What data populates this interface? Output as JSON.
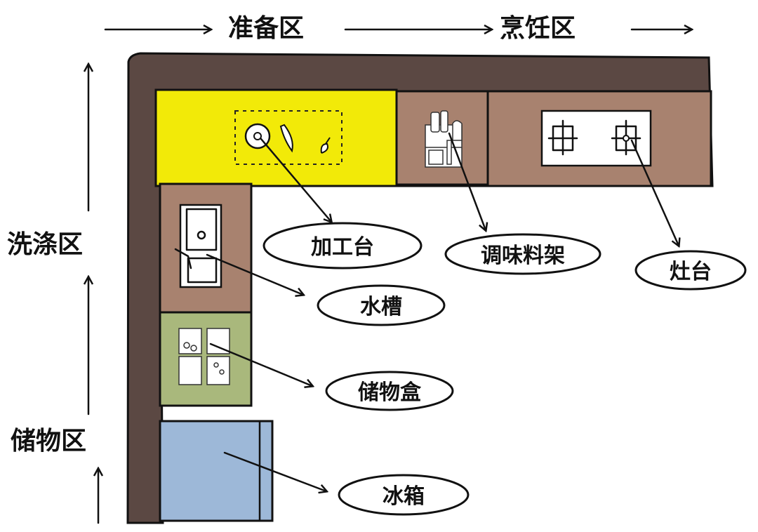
{
  "title_zones": {
    "prep": "准备区",
    "cooking": "烹饪区",
    "washing": "洗涤区",
    "storage": "储物区"
  },
  "labels": {
    "prep_table": "加工台",
    "spice_rack": "调味料架",
    "stove": "灶台",
    "sink": "水槽",
    "storage_box": "储物盒",
    "fridge": "冰箱"
  },
  "colors": {
    "wall": "#5b4843",
    "prep": "#f2ea08",
    "counter": "#a8826f",
    "storage": "#a9b87c",
    "fridge": "#9db8d8"
  }
}
